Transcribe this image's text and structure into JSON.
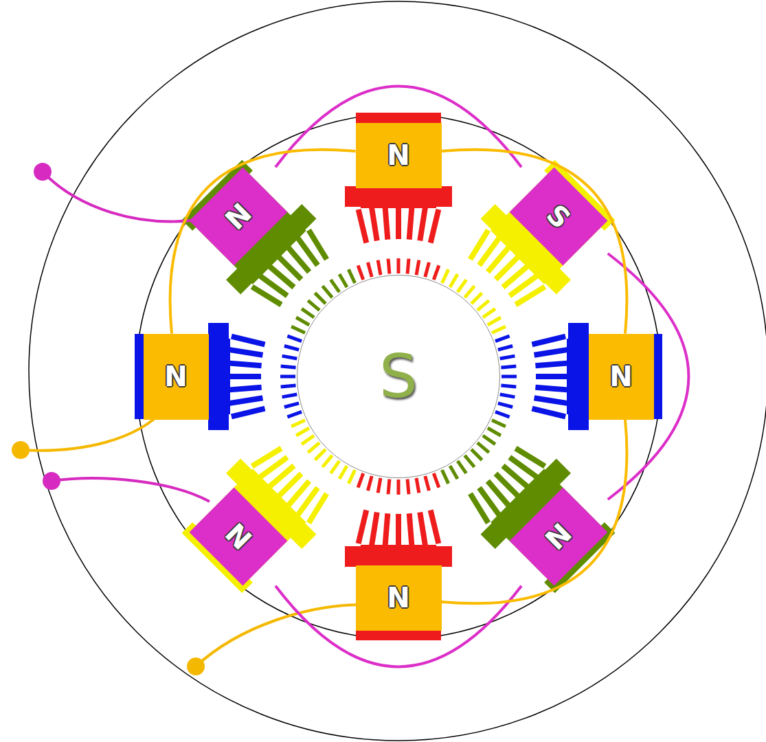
{
  "diagram": {
    "nodes": [
      {
        "text": [
          "N"
        ]
      },
      {
        "text": [
          "N"
        ]
      },
      {
        "text": [
          "S"
        ]
      },
      {
        "text": [
          "N"
        ]
      },
      {
        "text": [
          "S"
        ]
      },
      {
        "text": [
          "N"
        ]
      },
      {
        "text": [
          "N"
        ]
      },
      {
        "text": [
          "N"
        ]
      },
      {
        "text": [
          "N"
        ]
      }
    ],
    "edges": [
      {
        "from": 1,
        "to": 2,
        "arrow": "none"
      },
      {
        "from": 2,
        "to": 7,
        "arrow": "none"
      },
      {
        "from": 7,
        "to": 6,
        "arrow": "none"
      },
      {
        "from": 3,
        "to": 0,
        "arrow": "none"
      },
      {
        "from": 0,
        "to": 5,
        "arrow": "none"
      },
      {
        "from": 5,
        "to": 8,
        "arrow": "none"
      }
    ]
  }
}
